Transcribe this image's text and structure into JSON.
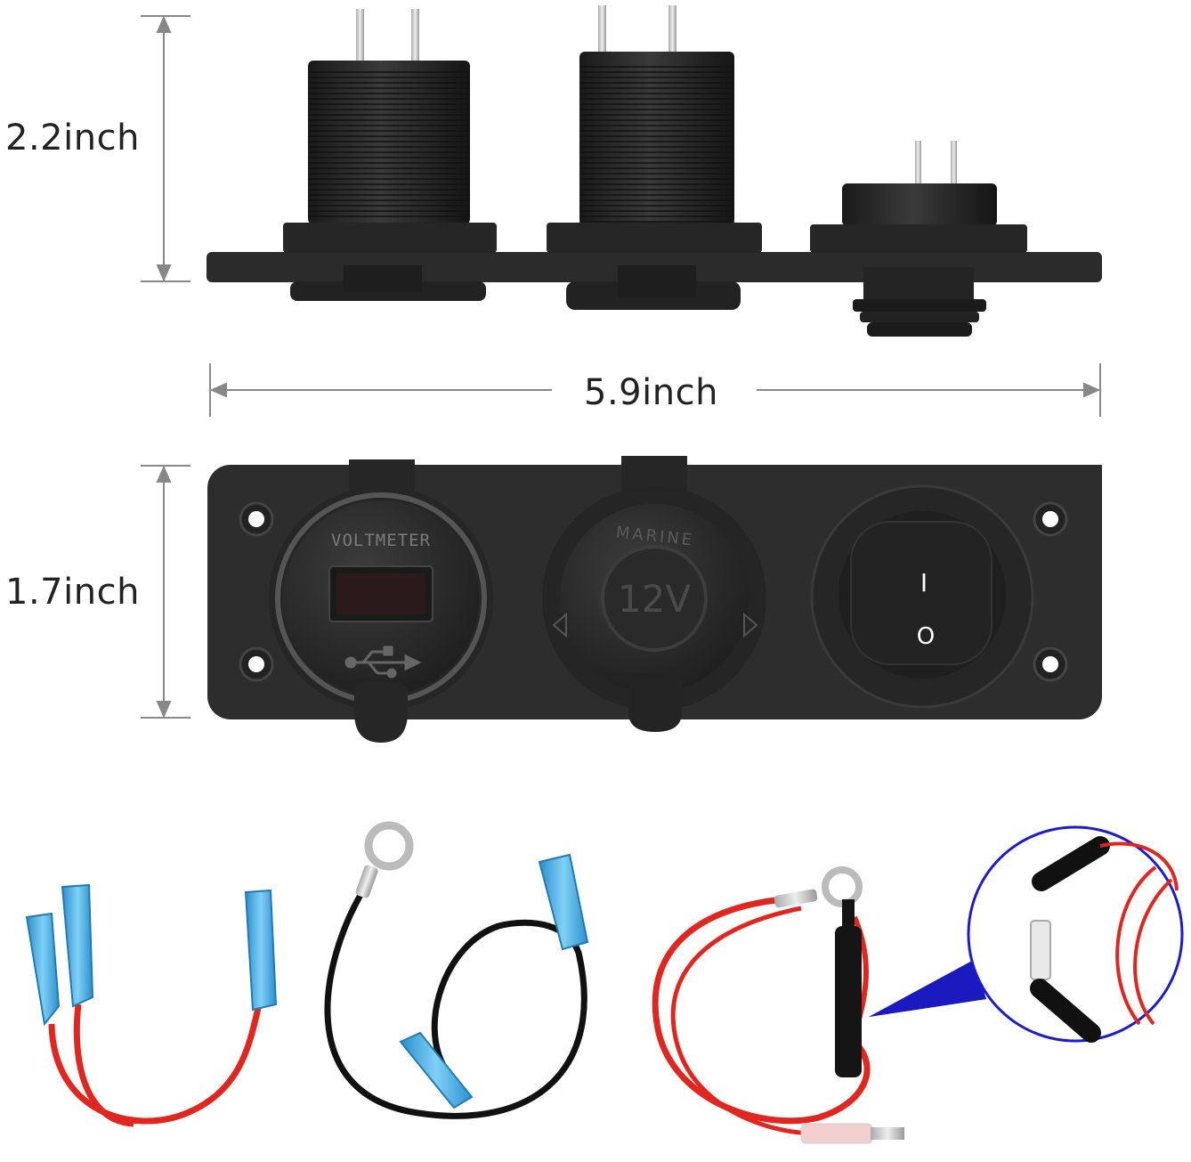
{
  "dimensions": {
    "height_top": "2.2inch",
    "width": "5.9inch",
    "height_front": "1.7inch"
  },
  "panel": {
    "voltmeter_label": "VOLTMETER",
    "socket_brand": "MARINE",
    "socket_voltage": "12V",
    "switch_on": "I",
    "switch_off": "O"
  },
  "colors": {
    "body": "#2a2a2a",
    "red_wire": "#e0261e",
    "black_wire": "#111111",
    "terminal_blue": "#3fa9df",
    "callout_blue": "#1b1bd0"
  }
}
